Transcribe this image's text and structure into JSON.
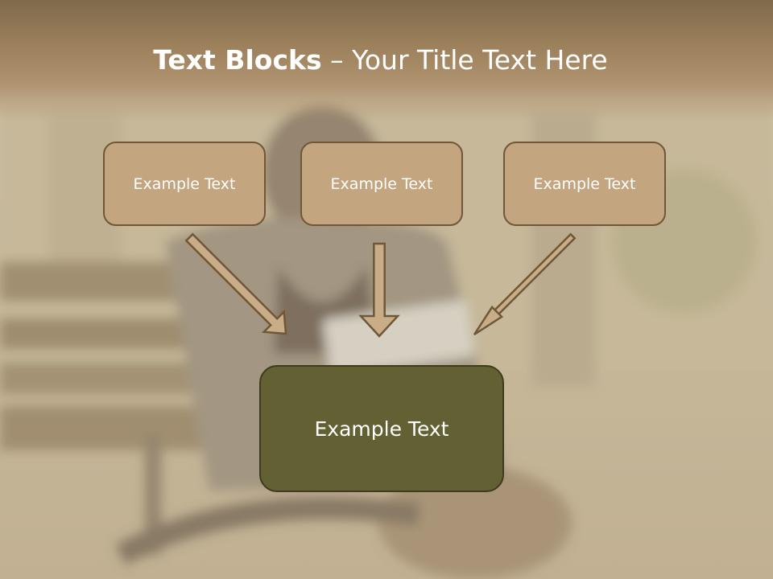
{
  "title": {
    "bold": "Text Blocks",
    "dash": " – ",
    "rest": "Your Title Text Here"
  },
  "blocks": [
    {
      "label": "Example Text"
    },
    {
      "label": "Example Text"
    },
    {
      "label": "Example Text"
    }
  ],
  "target": {
    "label": "Example Text"
  },
  "colors": {
    "title_band": "#9a7f5a",
    "box_fill": "#c3a57f",
    "box_border": "#6f5737",
    "arrow_fill": "#c9ad88",
    "target_fill": "#636033",
    "text": "#ffffff"
  }
}
